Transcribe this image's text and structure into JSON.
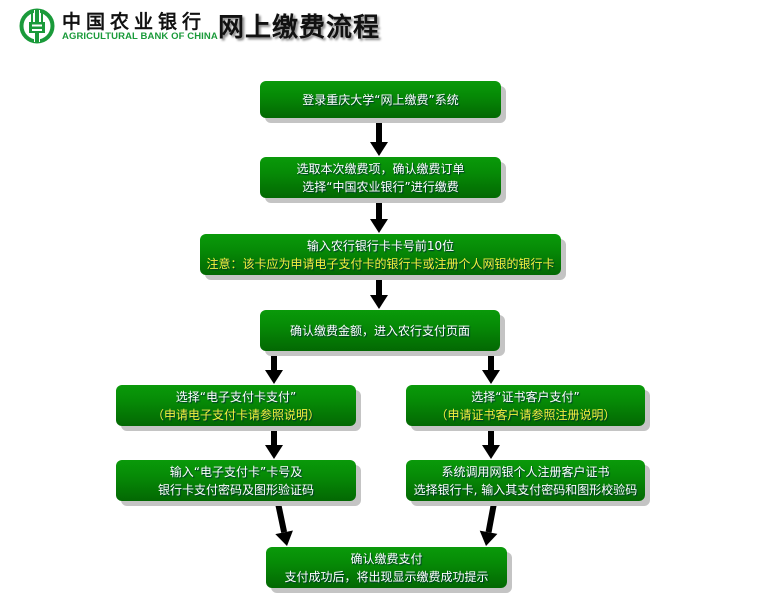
{
  "header": {
    "bank_name_cn": "中国农业银行",
    "bank_name_en": "AGRICULTURAL BANK OF CHINA",
    "title": "网上缴费流程",
    "logo_icon": "abc-bank-logo-icon",
    "brand_color": "#1a9a3a"
  },
  "colors": {
    "box_fill": "#068a06",
    "box_text": "#ffffff",
    "note_text": "#f4f040",
    "arrow": "#000000",
    "shadow": "#c4c4c4"
  },
  "steps": {
    "login": {
      "line1": "登录重庆大学“网上缴费”系统"
    },
    "select_item": {
      "line1": "选取本次缴费项，确认缴费订单",
      "line2": "选择“中国农业银行”进行缴费"
    },
    "card_number": {
      "line1": "输入农行银行卡卡号前10位",
      "note": "注意：该卡应为申请电子支付卡的银行卡或注册个人网银的银行卡"
    },
    "confirm_amount": {
      "line1": "确认缴费金额，进入农行支付页面"
    },
    "epay_card": {
      "line1": "选择“电子支付卡支付”",
      "note": "（申请电子支付卡请参照说明）"
    },
    "cert_client": {
      "line1": "选择“证书客户支付”",
      "note": "（申请证书客户请参照注册说明）"
    },
    "epay_input": {
      "line1": "输入“电子支付卡”卡号及",
      "line2": "银行卡支付密码及图形验证码"
    },
    "cert_input": {
      "line1": "系统调用网银个人注册客户证书",
      "line2": "选择银行卡, 输入其支付密码和图形校验码"
    },
    "confirm_payment": {
      "line1": "确认缴费支付",
      "line2": "支付成功后，将出现显示缴费成功提示"
    }
  },
  "flow": [
    [
      "login",
      "select_item"
    ],
    [
      "select_item",
      "card_number"
    ],
    [
      "card_number",
      "confirm_amount"
    ],
    [
      "confirm_amount",
      "epay_card"
    ],
    [
      "confirm_amount",
      "cert_client"
    ],
    [
      "epay_card",
      "epay_input"
    ],
    [
      "cert_client",
      "cert_input"
    ],
    [
      "epay_input",
      "confirm_payment"
    ],
    [
      "cert_input",
      "confirm_payment"
    ]
  ]
}
